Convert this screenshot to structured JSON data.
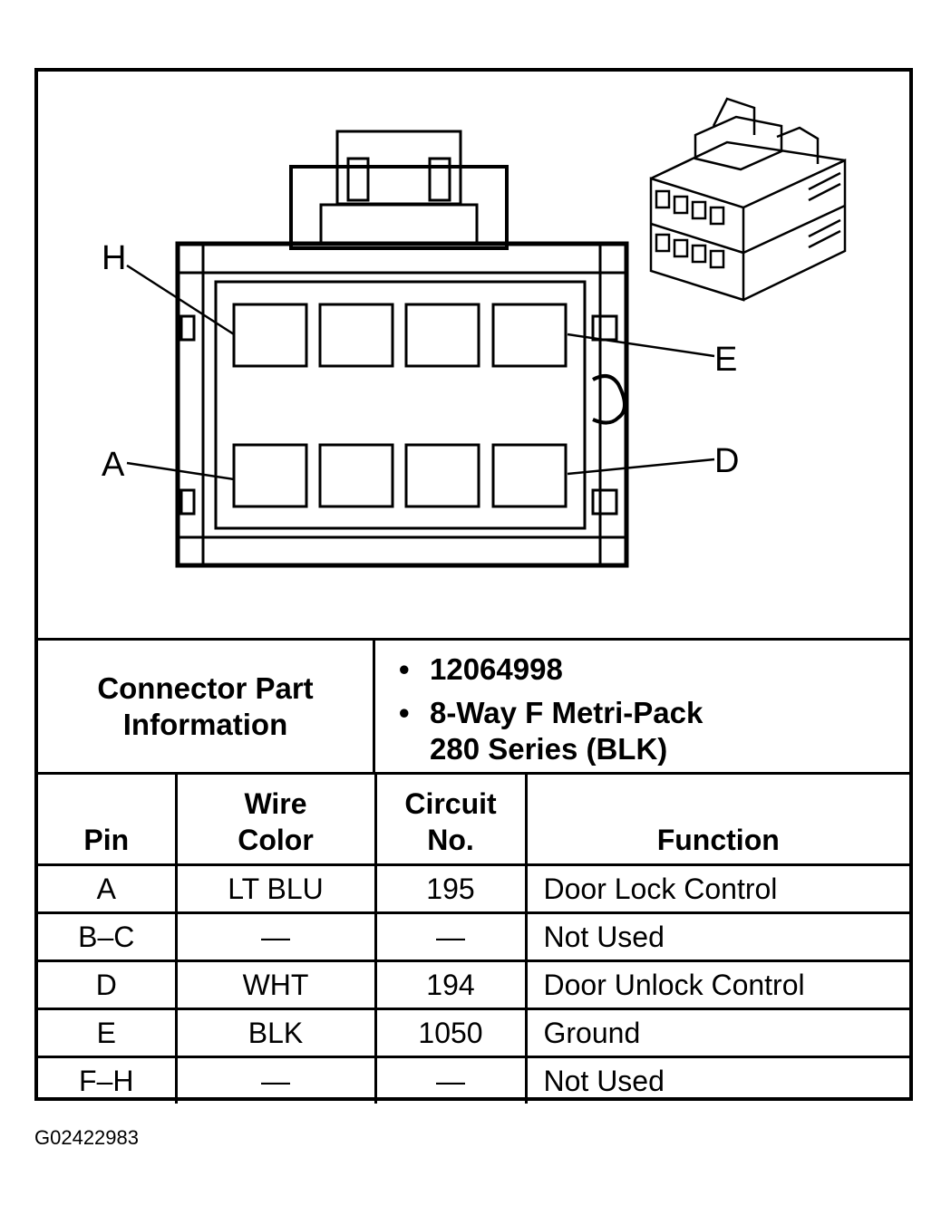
{
  "diagram": {
    "pin_labels": {
      "top_left": "H",
      "top_right": "E",
      "bottom_left": "A",
      "bottom_right": "D"
    }
  },
  "connector_info": {
    "label": "Connector Part Information",
    "part_number": "12064998",
    "description": "8-Way F Metri-Pack\n280 Series (BLK)",
    "bullet": "•"
  },
  "table": {
    "headers": {
      "pin": "Pin",
      "wire_color": "Wire\nColor",
      "circuit": "Circuit\nNo.",
      "function": "Function"
    },
    "rows": [
      {
        "pin": "A",
        "wire_color": "LT BLU",
        "circuit": "195",
        "function": "Door Lock Control"
      },
      {
        "pin": "B–C",
        "wire_color": "—",
        "circuit": "—",
        "function": "Not Used"
      },
      {
        "pin": "D",
        "wire_color": "WHT",
        "circuit": "194",
        "function": "Door Unlock Control"
      },
      {
        "pin": "E",
        "wire_color": "BLK",
        "circuit": "1050",
        "function": "Ground"
      },
      {
        "pin": "F–H",
        "wire_color": "—",
        "circuit": "—",
        "function": "Not Used"
      }
    ]
  },
  "figure_id": "G02422983"
}
